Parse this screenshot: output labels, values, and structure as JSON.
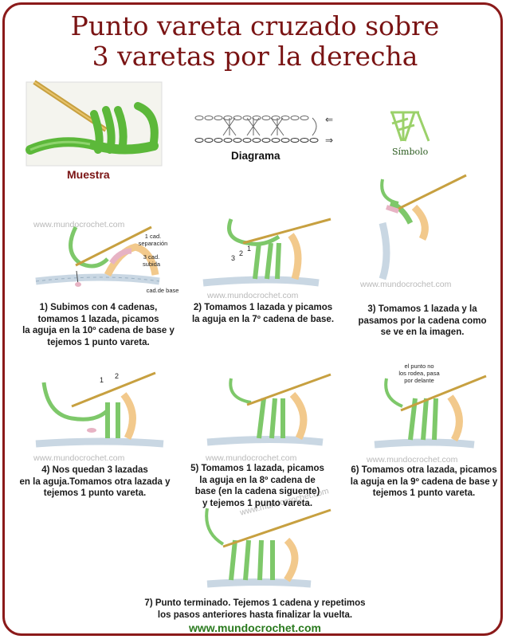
{
  "title_line1": "Punto vareta cruzado sobre",
  "title_line2": "3 varetas por la derecha",
  "labels": {
    "muestra": "Muestra",
    "diagrama": "Diagrama",
    "simbolo": "Símbolo"
  },
  "watermark": "www.mundocrochet.com",
  "step1_annotations": {
    "cad1": "1 cad.\nseparación",
    "cad3": "3 cad.\nsubida",
    "base": "cad.de base"
  },
  "step6_annotation": "el punto no\nlos rodea, pasa\npor delante",
  "steps": [
    {
      "text": "1) Subimos con 4 cadenas,\ntomamos 1 lazada, picamos\nla aguja en la 10º cadena de base y\ntejemos 1 punto vareta."
    },
    {
      "text": "2) Tomamos 1 lazada y picamos\nla aguja en la 7º cadena de base."
    },
    {
      "text": "3) Tomamos 1 lazada y la\npasamos por la cadena como\nse ve en la imagen."
    },
    {
      "text": "4) Nos quedan 3 lazadas\nen la aguja.Tomamos otra lazada y\ntejemos 1 punto vareta."
    },
    {
      "text": "5) Tomamos 1 lazada, picamos\nla aguja en la 8º cadena de\nbase (en la cadena siguente)\ny tejemos 1 punto vareta."
    },
    {
      "text": "6) Tomamos otra lazada, picamos\nla aguja en la 9º cadena de base y\ntejemos 1 punto vareta."
    },
    {
      "text": "7) Punto terminado. Tejemos 1 cadena y repetimos\nlos pasos anteriores hasta finalizar la vuelta."
    }
  ],
  "footer": "www.mundocrochet.com",
  "colors": {
    "title": "#7a1414",
    "frame": "#8b1a1a",
    "yarn_green": "#7ec86a",
    "yarn_pink": "#e7b3c4",
    "yarn_orange": "#f2c98c",
    "yarn_blue": "#c9d7e3",
    "footer": "#2a7a1e"
  }
}
